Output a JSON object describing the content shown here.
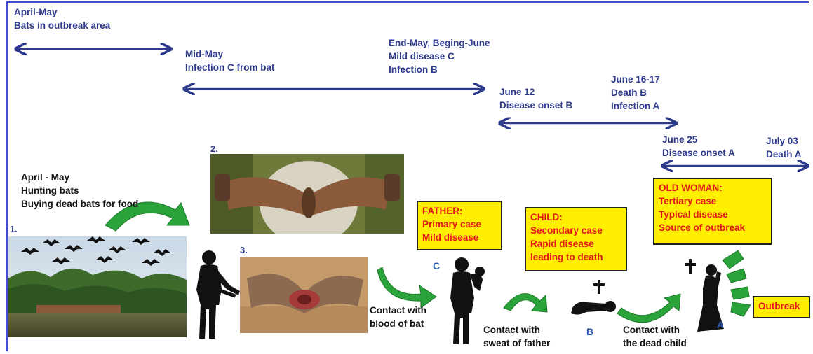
{
  "timeline": {
    "t1": [
      "April-May",
      "Bats in outbreak area"
    ],
    "t2": [
      "Mid-May",
      "Infection C from bat"
    ],
    "t3": [
      "End-May, Beging-June",
      "Mild disease C",
      "Infection B"
    ],
    "t4": [
      "June 12",
      "Disease onset B"
    ],
    "t5": [
      "June 16-17",
      "Death B",
      "Infection A"
    ],
    "t6": [
      "June 25",
      "Disease onset A"
    ],
    "t7": [
      "July 03",
      "Death A"
    ]
  },
  "hunting": [
    "April - May",
    "Hunting bats",
    "Buying dead bats for food"
  ],
  "photo_numbers": [
    "1.",
    "2.",
    "3."
  ],
  "boxes": {
    "father": [
      "FATHER:",
      "Primary case",
      "Mild disease"
    ],
    "child": [
      "CHILD:",
      "Secondary case",
      "Rapid disease",
      "leading to death"
    ],
    "old_woman": [
      "OLD WOMAN:",
      "Tertiary case",
      "Typical disease",
      "Source of outbreak"
    ],
    "outbreak": "Outbreak"
  },
  "contacts": {
    "bat_blood": [
      "Contact with",
      "blood of bat"
    ],
    "father_sweat": [
      "Contact with",
      "sweat of father"
    ],
    "dead_child": [
      "Contact with",
      "the dead child"
    ]
  },
  "letters": {
    "c": "C",
    "b": "B",
    "a": "A"
  },
  "colors": {
    "timeline_blue": "#2d3a8c",
    "frame_blue": "#3a4fd6",
    "box_yellow": "#ffee00",
    "box_text_red": "#e4161b",
    "arrow_green": "#2aa43a"
  }
}
